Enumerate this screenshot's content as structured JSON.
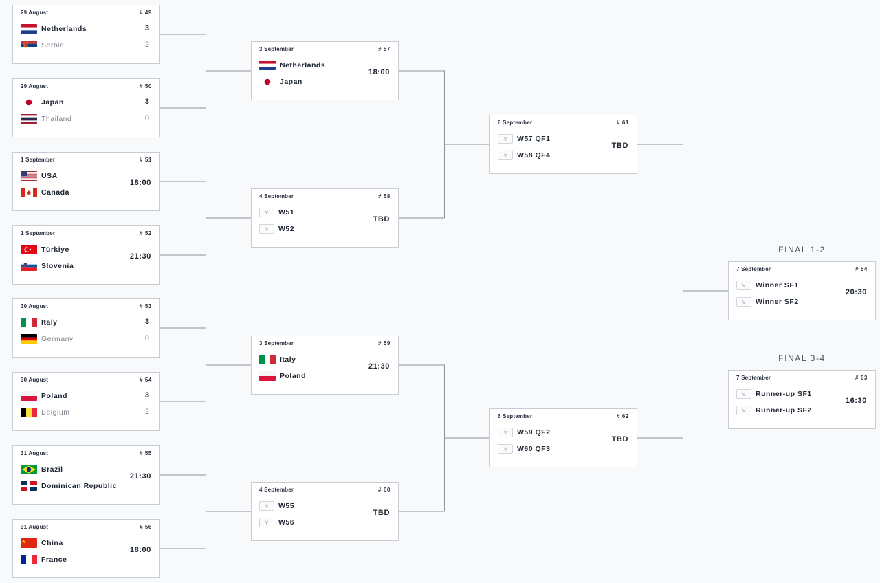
{
  "finals": {
    "final12": "FINAL 1-2",
    "final34": "FINAL 3-4"
  },
  "placeholder_icon": "volleyball-placeholder-icon",
  "matches": {
    "m49": {
      "date": "29 August",
      "num": "# 49",
      "t1": {
        "name": "Netherlands",
        "flag": "netherlands"
      },
      "t2": {
        "name": "Serbia",
        "flag": "serbia"
      },
      "s1": "3",
      "s2": "2"
    },
    "m50": {
      "date": "29 August",
      "num": "# 50",
      "t1": {
        "name": "Japan",
        "flag": "japan"
      },
      "t2": {
        "name": "Thailand",
        "flag": "thailand"
      },
      "s1": "3",
      "s2": "0"
    },
    "m51": {
      "date": "1 September",
      "num": "# 51",
      "t1": {
        "name": "USA",
        "flag": "usa"
      },
      "t2": {
        "name": "Canada",
        "flag": "canada"
      },
      "time": "18:00"
    },
    "m52": {
      "date": "1 September",
      "num": "# 52",
      "t1": {
        "name": "Türkiye",
        "flag": "turkiye"
      },
      "t2": {
        "name": "Slovenia",
        "flag": "slovenia"
      },
      "time": "21:30"
    },
    "m53": {
      "date": "30 August",
      "num": "# 53",
      "t1": {
        "name": "Italy",
        "flag": "italy"
      },
      "t2": {
        "name": "Germany",
        "flag": "germany"
      },
      "s1": "3",
      "s2": "0"
    },
    "m54": {
      "date": "30 August",
      "num": "# 54",
      "t1": {
        "name": "Poland",
        "flag": "poland"
      },
      "t2": {
        "name": "Belgium",
        "flag": "belgium"
      },
      "s1": "3",
      "s2": "2"
    },
    "m55": {
      "date": "31 August",
      "num": "# 55",
      "t1": {
        "name": "Brazil",
        "flag": "brazil"
      },
      "t2": {
        "name": "Dominican Republic",
        "flag": "dominican-republic"
      },
      "time": "21:30"
    },
    "m56": {
      "date": "31 August",
      "num": "# 56",
      "t1": {
        "name": "China",
        "flag": "china"
      },
      "t2": {
        "name": "France",
        "flag": "france"
      },
      "time": "18:00"
    },
    "m57": {
      "date": "3 September",
      "num": "# 57",
      "t1": {
        "name": "Netherlands",
        "flag": "netherlands"
      },
      "t2": {
        "name": "Japan",
        "flag": "japan"
      },
      "time": "18:00"
    },
    "m58": {
      "date": "4 September",
      "num": "# 58",
      "t1": {
        "name": "W51"
      },
      "t2": {
        "name": "W52"
      },
      "time": "TBD"
    },
    "m59": {
      "date": "3 September",
      "num": "# 59",
      "t1": {
        "name": "Italy",
        "flag": "italy"
      },
      "t2": {
        "name": "Poland",
        "flag": "poland"
      },
      "time": "21:30"
    },
    "m60": {
      "date": "4 September",
      "num": "# 60",
      "t1": {
        "name": "W55"
      },
      "t2": {
        "name": "W56"
      },
      "time": "TBD"
    },
    "m61": {
      "date": "6 September",
      "num": "# 61",
      "t1": {
        "name": "W57 QF1"
      },
      "t2": {
        "name": "W58 QF4"
      },
      "time": "TBD"
    },
    "m62": {
      "date": "6 September",
      "num": "# 62",
      "t1": {
        "name": "W59 QF2"
      },
      "t2": {
        "name": "W60 QF3"
      },
      "time": "TBD"
    },
    "m64": {
      "date": "7 September",
      "num": "# 64",
      "t1": {
        "name": "Winner SF1"
      },
      "t2": {
        "name": "Winner SF2"
      },
      "time": "20:30"
    },
    "m63": {
      "date": "7 September",
      "num": "# 63",
      "t1": {
        "name": "Runner-up SF1"
      },
      "t2": {
        "name": "Runner-up SF2"
      },
      "time": "16:30"
    }
  }
}
